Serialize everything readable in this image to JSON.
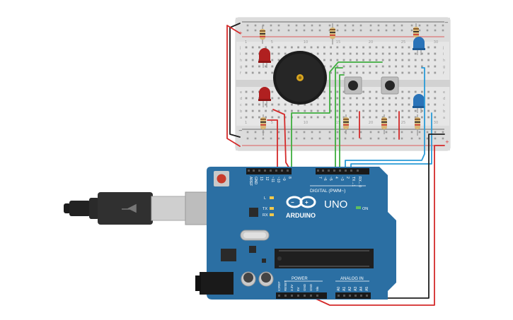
{
  "breadboard": {
    "rail_plus": "+",
    "rail_minus": "−",
    "row_letters_top": [
      "j",
      "i",
      "h",
      "g",
      "f"
    ],
    "row_letters_bottom": [
      "e",
      "d",
      "c",
      "b",
      "a"
    ],
    "column_numbers": [
      "1",
      "5",
      "10",
      "15",
      "20",
      "25",
      "30"
    ]
  },
  "arduino": {
    "brand": "ARDUINO",
    "model": "UNO",
    "digital_label": "DIGITAL (PWM~)",
    "digital_pins": [
      "AREF",
      "GND",
      "13",
      "12",
      "~11",
      "~10",
      "~9",
      "8",
      "7",
      "~6",
      "~5",
      "4",
      "~3",
      "2",
      "TX→1",
      "RX←0"
    ],
    "led_labels": [
      "L",
      "TX",
      "RX"
    ],
    "on_label": "ON",
    "power_label": "POWER",
    "power_pins": [
      "IOREF",
      "RESET",
      "3.3V",
      "5V",
      "GND",
      "GND",
      "Vin"
    ],
    "analog_label": "ANALOG IN",
    "analog_pins": [
      "A0",
      "A1",
      "A2",
      "A3",
      "A4",
      "A5"
    ]
  },
  "colors": {
    "board_blue": "#2b6fa3",
    "wire_red": "#d42a2a",
    "wire_green": "#3fae3f",
    "wire_blue": "#2a9bd8",
    "wire_black": "#1e1e1e",
    "led_red": "#b02020",
    "led_blue": "#2a73b8"
  },
  "icons": [
    "usb-cable-icon",
    "arduino-infinity-logo-icon"
  ]
}
